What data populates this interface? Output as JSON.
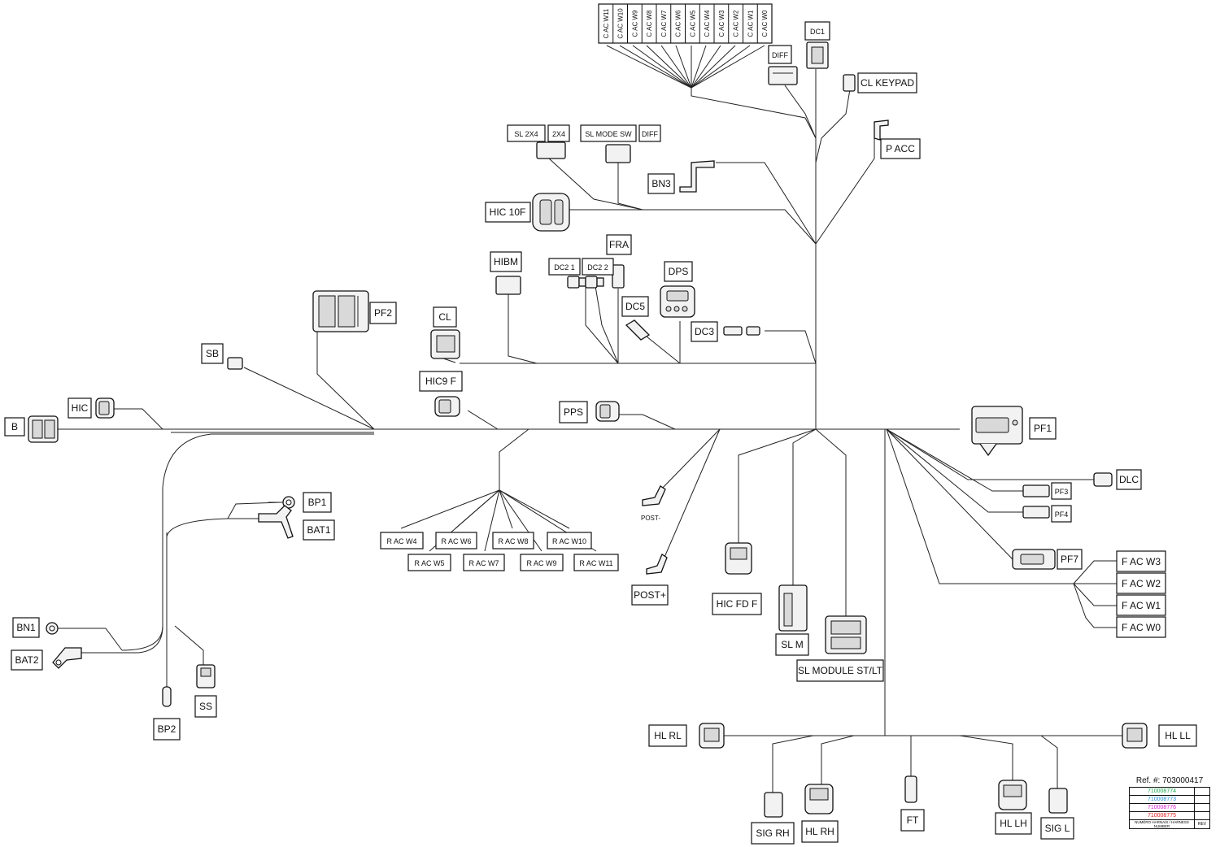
{
  "labels": {
    "dc1": "DC1",
    "diff_top": "DIFF",
    "cl_keypad": "CL KEYPAD",
    "p_acc": "P ACC",
    "sl_2x4": "SL 2X4",
    "x2x4": "2X4",
    "sl_mode_sw": "SL MODE SW",
    "diff_mid": "DIFF",
    "bn3": "BN3",
    "hic_10f": "HIC 10F",
    "hibm": "HIBM",
    "dc2_1": "DC2 1",
    "dc2_2": "DC2 2",
    "fra": "FRA",
    "dps": "DPS",
    "dc5": "DC5",
    "dc3": "DC3",
    "cl": "CL",
    "pf2": "PF2",
    "sb": "SB",
    "hic9f": "HIC9 F",
    "pps": "PPS",
    "hic": "HIC",
    "b": "B",
    "pf1": "PF1",
    "dlc": "DLC",
    "pf3": "PF3",
    "pf4": "PF4",
    "pf7": "PF7",
    "f_ac_w3": "F AC W3",
    "f_ac_w2": "F AC W2",
    "f_ac_w1": "F AC W1",
    "f_ac_w0": "F AC W0",
    "bp1": "BP1",
    "bat1": "BAT1",
    "r_ac_w4": "R AC W4",
    "r_ac_w5": "R AC W5",
    "r_ac_w6": "R AC W6",
    "r_ac_w7": "R AC W7",
    "r_ac_w8": "R AC W8",
    "r_ac_w9": "R AC W9",
    "r_ac_w10": "R AC W10",
    "r_ac_w11": "R AC W11",
    "post_minus": "POST-",
    "post_plus": "POST+",
    "hic_fd_f": "HIC FD F",
    "sl_m": "SL M",
    "sl_module": "SL MODULE ST/LT",
    "bn1": "BN1",
    "bat2": "BAT2",
    "bp2": "BP2",
    "ss": "SS",
    "hl_rl": "HL RL",
    "hl_ll": "HL LL",
    "sig_rh": "SIG RH",
    "hl_rh": "HL RH",
    "ft": "FT",
    "hl_lh": "HL LH",
    "sig_l": "SIG L"
  },
  "top_block_labels": [
    "C AC W11",
    "C AC W10",
    "C AC W9",
    "C AC W8",
    "C AC W7",
    "C AC W6",
    "C AC W5",
    "C AC W4",
    "C AC W3",
    "C AC W2",
    "C AC W1",
    "C AC W0"
  ],
  "ref": {
    "label": "Ref. #:",
    "number": "703000417",
    "rows": [
      {
        "part": "710008774",
        "color": "#1aa64a"
      },
      {
        "part": "710008773",
        "color": "#1e8fd6"
      },
      {
        "part": "710008776",
        "color": "#d21fd2"
      },
      {
        "part": "710008775",
        "color": "#e01b1b"
      }
    ],
    "footer_left": "NUMÉRO HARNAIS / HARNESS NUMBER",
    "footer_right": "REV"
  }
}
